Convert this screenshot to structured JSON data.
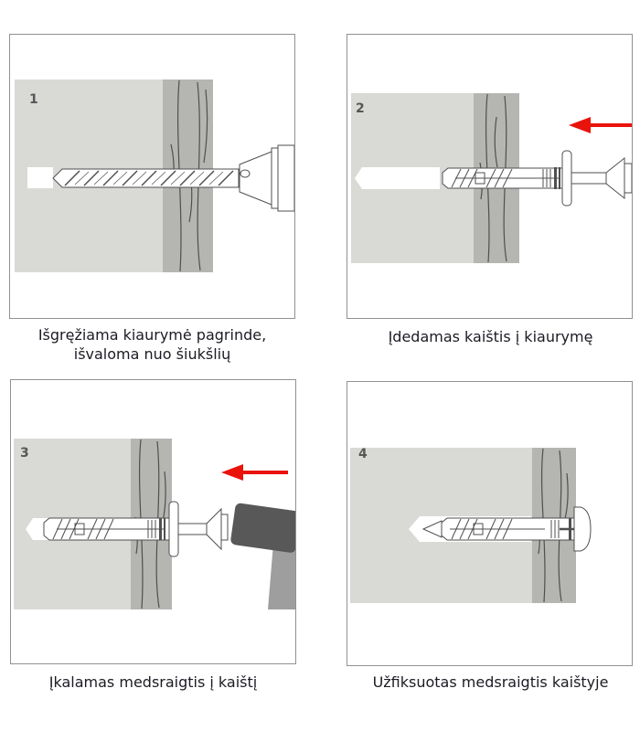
{
  "colors": {
    "background": "#ffffff",
    "panel-border": "#919191",
    "wall": "#d9d9d6",
    "wood": "#b5b5b2",
    "grain": "#4f4f4f",
    "outline": "#4f4f4f",
    "arrow-red": "#e9130c",
    "hammer-head": "#585858",
    "hammer-handle": "#9e9e9e",
    "step-number": "#565656",
    "caption-text": "#1b1b24"
  },
  "steps": [
    {
      "number": "1",
      "caption": "Išgręžiama kiaurymė pagrinde, išvaloma nuo šiukšlių",
      "lines": [
        "Išgręžiama kiaurymė pagrinde,",
        "išvaloma nuo šiukšlių"
      ],
      "illustration": "drill-bit-drilling-hole-in-wall"
    },
    {
      "number": "2",
      "caption": "Įdedamas kaištis į kiaurymę",
      "lines": [
        "Įdedamas kaištis į kiaurymę"
      ],
      "illustration": "dowel-with-screw-inserted-into-hole"
    },
    {
      "number": "3",
      "caption": "Įkalamas medsraigtis į kaištį",
      "lines": [
        "Įkalamas medsraigtis į kaištį"
      ],
      "illustration": "hammer-driving-screw-into-dowel"
    },
    {
      "number": "4",
      "caption": "Užfiksuotas medsraigtis kaištyje",
      "lines": [
        "Užfiksuotas medsraigtis kaištyje"
      ],
      "illustration": "screw-fixed-flush-in-dowel"
    }
  ]
}
